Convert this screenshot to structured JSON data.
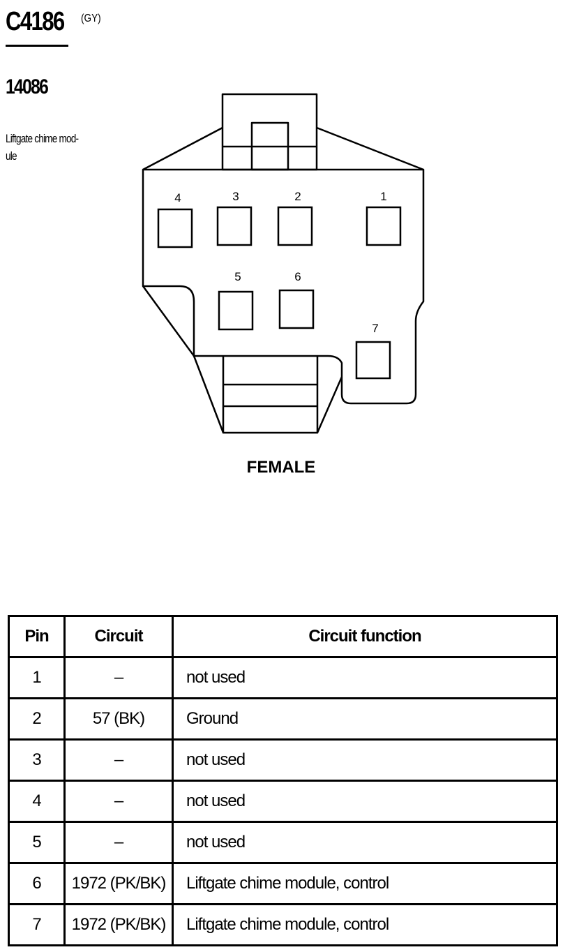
{
  "header": {
    "connector_id": "C4186",
    "connector_color": "(GY)",
    "part_number": "14086",
    "description": "Liftgate chime mod-\nule"
  },
  "diagram": {
    "pins": [
      {
        "label": "4"
      },
      {
        "label": "3"
      },
      {
        "label": "2"
      },
      {
        "label": "1"
      },
      {
        "label": "5"
      },
      {
        "label": "6"
      },
      {
        "label": "7"
      }
    ],
    "gender_label": "FEMALE"
  },
  "table": {
    "headers": [
      "Pin",
      "Circuit",
      "Circuit function"
    ],
    "rows": [
      {
        "pin": "1",
        "circuit": "–",
        "function": "not used"
      },
      {
        "pin": "2",
        "circuit": "57 (BK)",
        "function": "Ground"
      },
      {
        "pin": "3",
        "circuit": "–",
        "function": "not used"
      },
      {
        "pin": "4",
        "circuit": "–",
        "function": "not used"
      },
      {
        "pin": "5",
        "circuit": "–",
        "function": "not used"
      },
      {
        "pin": "6",
        "circuit": "1972 (PK/BK)",
        "function": "Liftgate chime module, control"
      },
      {
        "pin": "7",
        "circuit": "1972 (PK/BK)",
        "function": "Liftgate chime module, control"
      }
    ]
  }
}
